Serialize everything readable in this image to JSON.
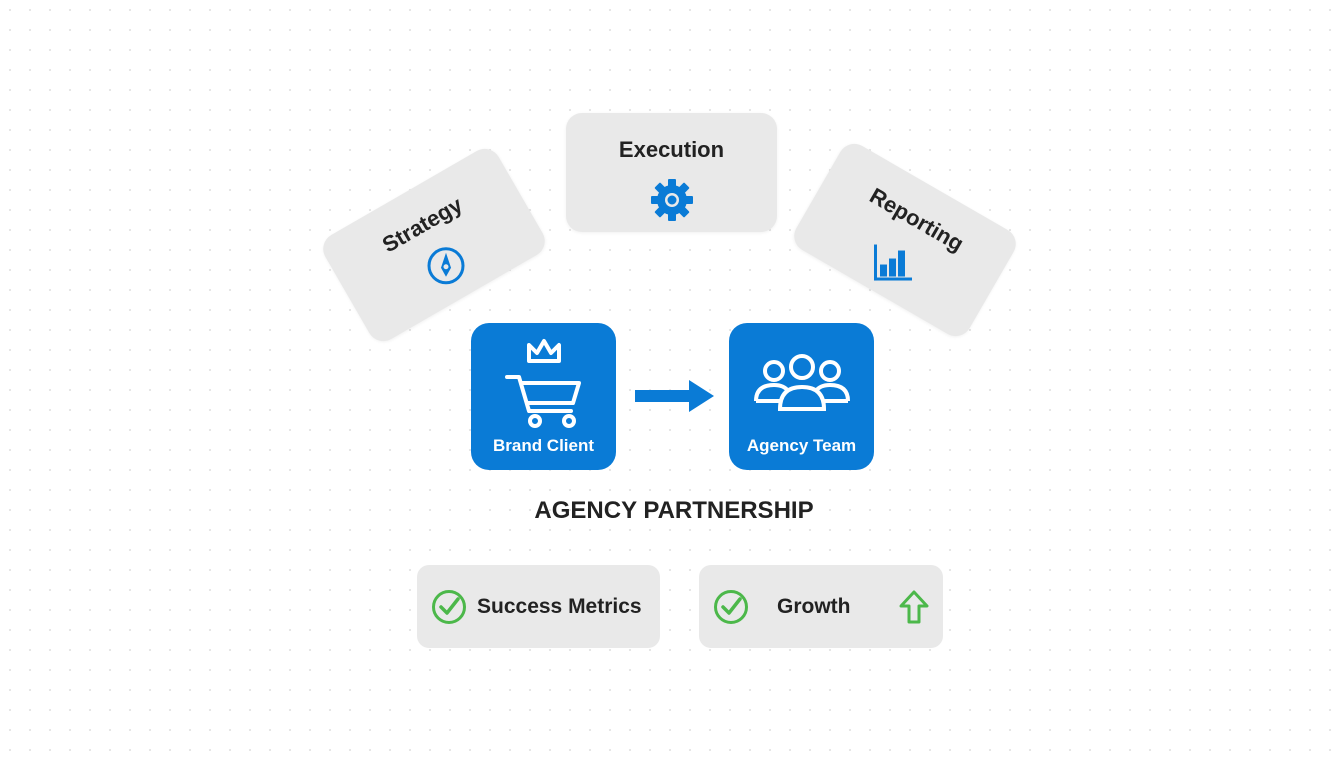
{
  "cards": {
    "strategy": "Strategy",
    "execution": "Execution",
    "reporting": "Reporting"
  },
  "nodes": {
    "client": "Brand Client",
    "agency": "Agency Team"
  },
  "title": "AGENCY PARTNERSHIP",
  "outcomes": {
    "metrics": "Success Metrics",
    "growth": "Growth"
  },
  "colors": {
    "blue": "#0a7bd6",
    "green": "#4cb84a",
    "card": "#e9e9e9"
  }
}
